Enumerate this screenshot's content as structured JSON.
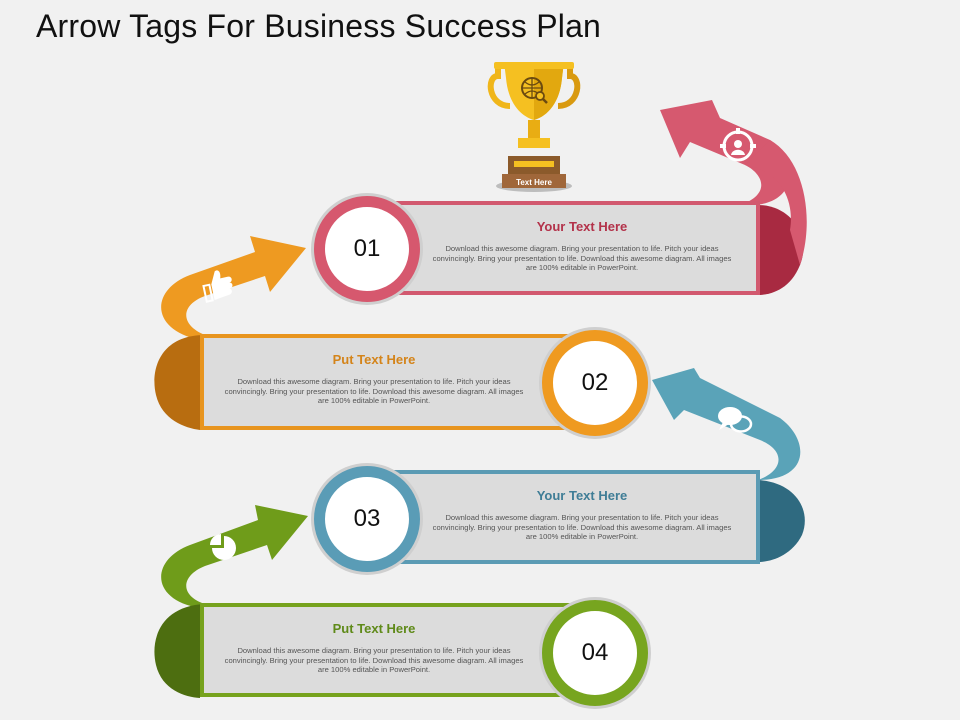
{
  "title": "Arrow Tags For Business Success Plan",
  "trophy": {
    "label": "Text Here",
    "icon": "globe-search-icon"
  },
  "steps": [
    {
      "number": "01",
      "heading": "Your Text Here",
      "color": "#d6586e",
      "icon": "people-target-icon",
      "body": "Download this awesome diagram. Bring your presentation to life. Pitch your ideas convincingly. Bring your presentation to life. Download this awesome diagram. All images are 100% editable in PowerPoint."
    },
    {
      "number": "02",
      "heading": "Put Text Here",
      "color": "#ef9a20",
      "icon": "thumbs-up-icon",
      "body": "Download this awesome diagram. Bring your presentation to life. Pitch your ideas convincingly. Bring your presentation to life. Download this awesome diagram. All images are 100% editable in PowerPoint."
    },
    {
      "number": "03",
      "heading": "Your Text Here",
      "color": "#5a9cb6",
      "icon": "chat-bubbles-icon",
      "body": "Download this awesome diagram. Bring your presentation to life. Pitch your ideas convincingly. Bring your presentation to life. Download this awesome diagram. All images are 100% editable in PowerPoint."
    },
    {
      "number": "04",
      "heading": "Put Text Here",
      "color": "#77a51f",
      "icon": "pie-chart-icon",
      "body": "Download this awesome diagram. Bring your presentation to life. Pitch your ideas convincingly. Bring your presentation to life. Download this awesome diagram. All images are 100% editable in PowerPoint."
    }
  ]
}
